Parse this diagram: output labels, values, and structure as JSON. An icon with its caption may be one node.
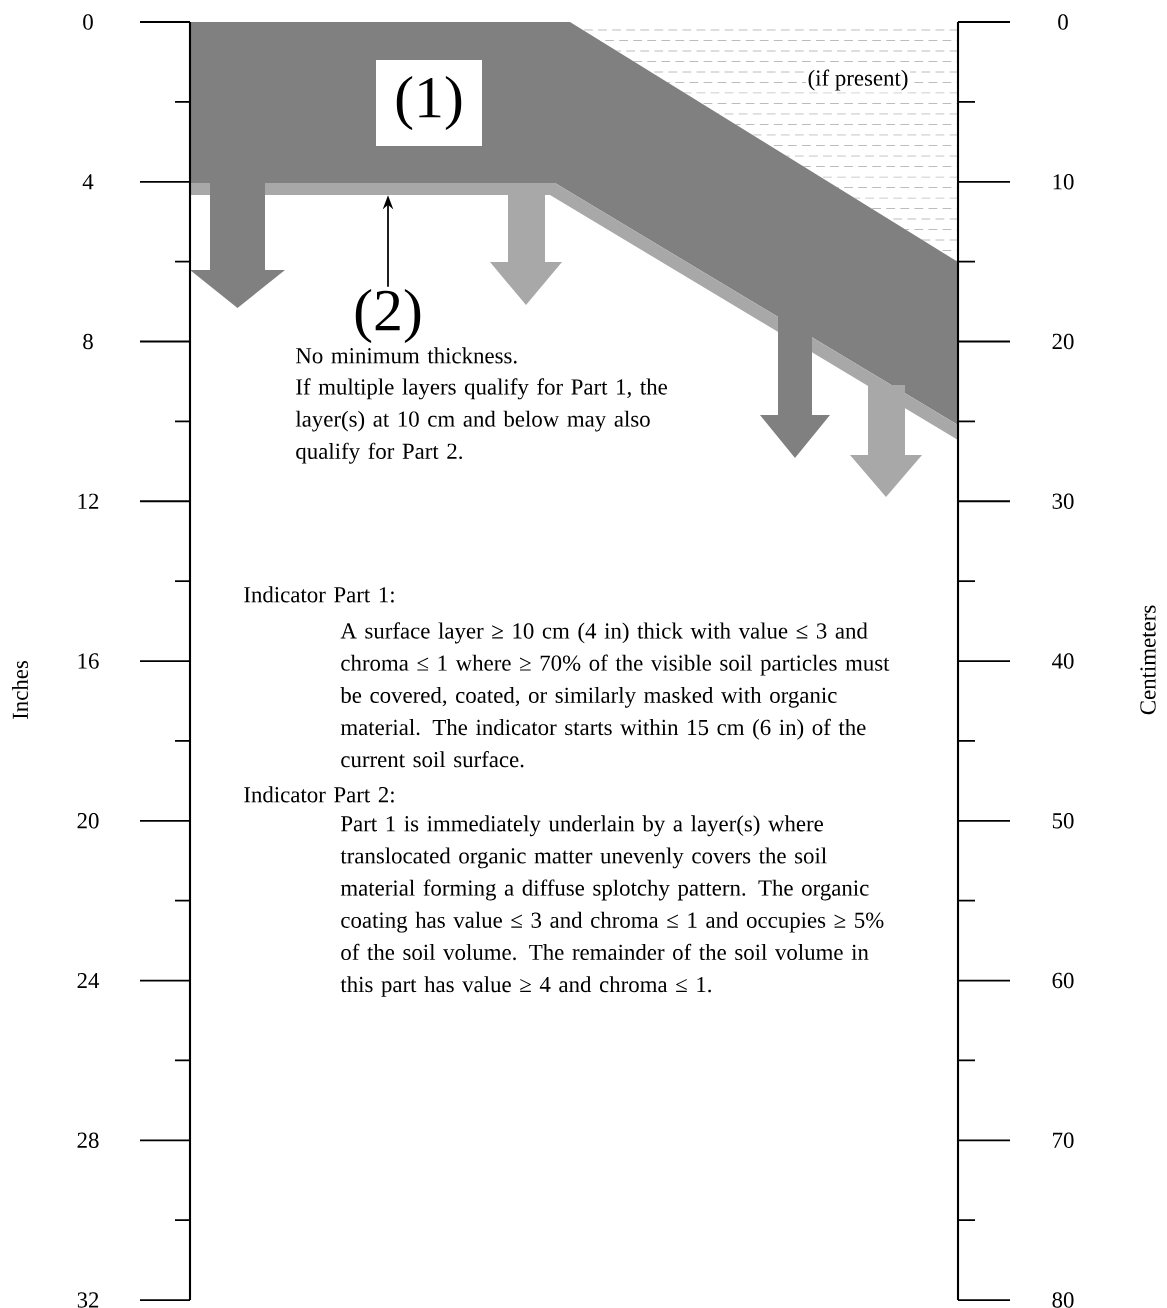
{
  "diagram": {
    "nodes": [
      {
        "text": [
          "(1)"
        ]
      },
      {
        "text": [
          "(2)"
        ]
      },
      {
        "text": [],
        "shape": "band"
      }
    ],
    "edges": [
      {
        "from": 1,
        "to": 2,
        "arrow": "to"
      }
    ],
    "labels": [
      "0",
      "4",
      "8",
      "12",
      "16",
      "20",
      "24",
      "28",
      "32",
      "Inches",
      "0",
      "10",
      "20",
      "30",
      "40",
      "50",
      "60",
      "70",
      "80",
      "Centimeters",
      "(if present)",
      "No minimum thickness.",
      "If multiple layers qualify for Part 1, the layer(s) at 10 cm and below may also qualify for Part 2.",
      "Indicator Part 1:",
      "A surface layer ≥ 10 cm (4 in) thick with value ≤ 3 and chroma ≤ 1 where ≥ 70% of the visible soil particles must be covered, coated, or similarly masked with organic material. The indicator starts within 15 cm (6 in) of the current soil surface.",
      "Indicator Part 2:",
      "Part 1 is immediately underlain by a layer(s) where translocated organic matter unevenly covers the soil material forming a diffuse splotchy pattern. The organic coating has value ≤ 3 and chroma ≤ 1 and occupies ≥ 5% of the soil volume. The remainder of the soil volume in this part has value ≥ 4 and chroma ≤ 1."
    ]
  }
}
